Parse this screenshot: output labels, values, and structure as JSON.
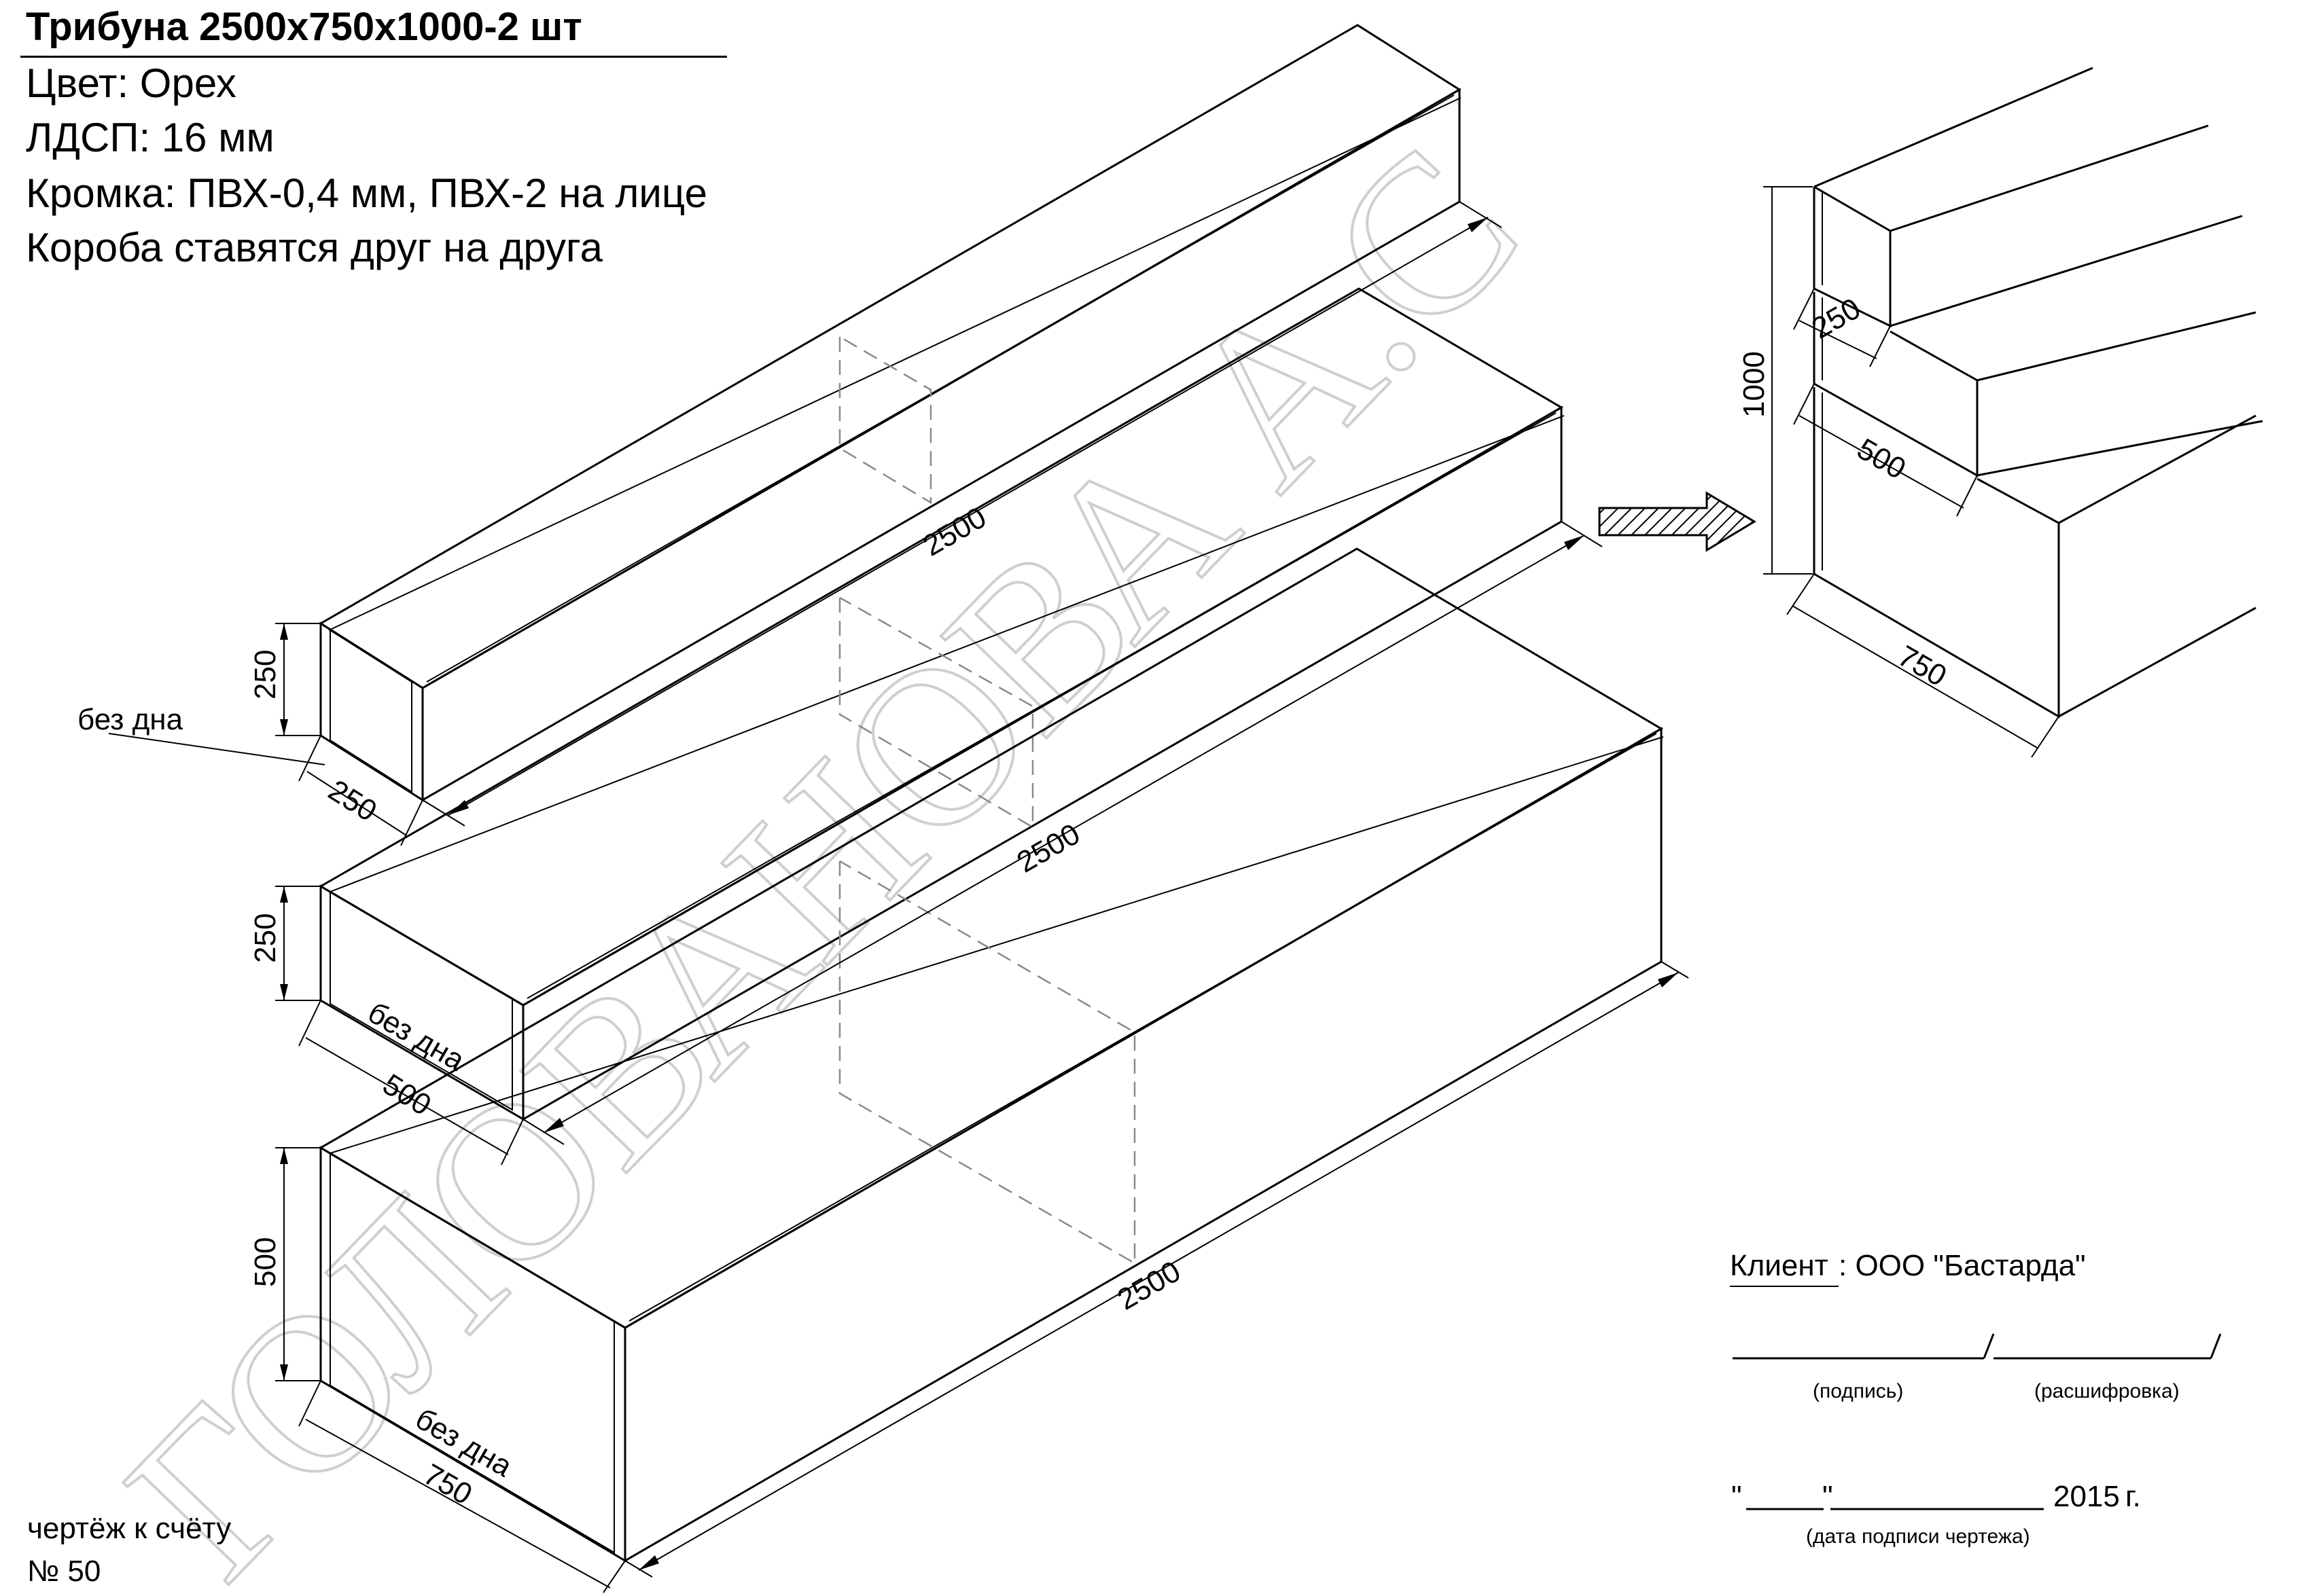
{
  "header": {
    "title": "Трибуна 2500х750х1000-2 шт",
    "color": "Цвет: Орех",
    "board": "ЛДСП: 16 мм",
    "edge": "Кромка: ПВХ-0,4 мм, ПВХ-2 на лице",
    "note": "Короба ставятся друг на друга"
  },
  "boxes": {
    "top": {
      "length": "2500",
      "height": "250",
      "depth": "250",
      "note": "без дна"
    },
    "middle": {
      "length": "2500",
      "height": "250",
      "depth": "500",
      "note": "без дна"
    },
    "bottom": {
      "length": "2500",
      "height": "500",
      "depth": "750",
      "note": "без дна"
    }
  },
  "assembly": {
    "height": "1000",
    "step_top": "250",
    "step_mid": "500",
    "depth": "750"
  },
  "watermark": "ГОЛОВАНОВА А.С",
  "footer": {
    "invoice_line1": "чертёж к счёту",
    "invoice_line2": "№ 50",
    "client_label": "Клиент",
    "client_value": ": ООО \"Бастарда\"",
    "sign_caption": "(подпись)",
    "decode_caption": "(расшифровка)",
    "date_open": "\"",
    "date_mid": "\"",
    "year": "2015",
    "year_unit": "г.",
    "date_caption": "(дата подписи чертежа)"
  },
  "colors": {
    "line": "#000000",
    "hidden": "#777777",
    "watermark": "#dcdcdc"
  }
}
